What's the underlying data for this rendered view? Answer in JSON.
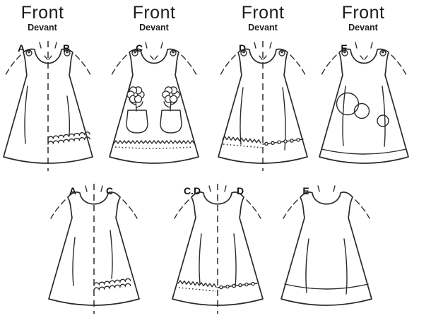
{
  "palette": {
    "background": "#ffffff",
    "ink": "#2b2b2b"
  },
  "headings": [
    {
      "title": "Front",
      "subtitle": "Devant"
    },
    {
      "title": "Front",
      "subtitle": "Devant"
    },
    {
      "title": "Front",
      "subtitle": "Devant"
    },
    {
      "title": "Front",
      "subtitle": "Devant"
    }
  ],
  "figures": {
    "top": [
      {
        "id": "front-view-a-b",
        "labels": [
          "A",
          "B"
        ],
        "features": [
          "shoulder-buttons",
          "center-fold-line",
          "princess-seams",
          "ruffle-trim-right-half"
        ]
      },
      {
        "id": "front-view-c",
        "labels": [
          "C"
        ],
        "features": [
          "shoulder-buttons",
          "patch-pockets",
          "flower-applique",
          "rickrack-trim"
        ]
      },
      {
        "id": "front-view-d",
        "labels": [
          "D"
        ],
        "features": [
          "shoulder-buttons",
          "center-fold-line",
          "princess-seams",
          "rickrack-trim-left-half",
          "bead-trim-right-half"
        ]
      },
      {
        "id": "front-view-e",
        "labels": [
          "E"
        ],
        "features": [
          "shoulder-buttons",
          "circle-applique",
          "princess-seams",
          "contrast-hem-band"
        ]
      }
    ],
    "bottom": [
      {
        "id": "back-view-a-c",
        "labels": [
          "A",
          "C"
        ],
        "features": [
          "center-fold-line",
          "princess-seams",
          "ruffle-trim-right-half"
        ]
      },
      {
        "id": "back-view-cd-d",
        "labels": [
          "C.D",
          "D"
        ],
        "features": [
          "center-fold-line",
          "princess-seams",
          "rickrack-trim-left-half",
          "bead-trim-right-half"
        ]
      },
      {
        "id": "back-view-e",
        "labels": [
          "E"
        ],
        "features": [
          "princess-seams",
          "contrast-hem-band"
        ]
      }
    ]
  }
}
